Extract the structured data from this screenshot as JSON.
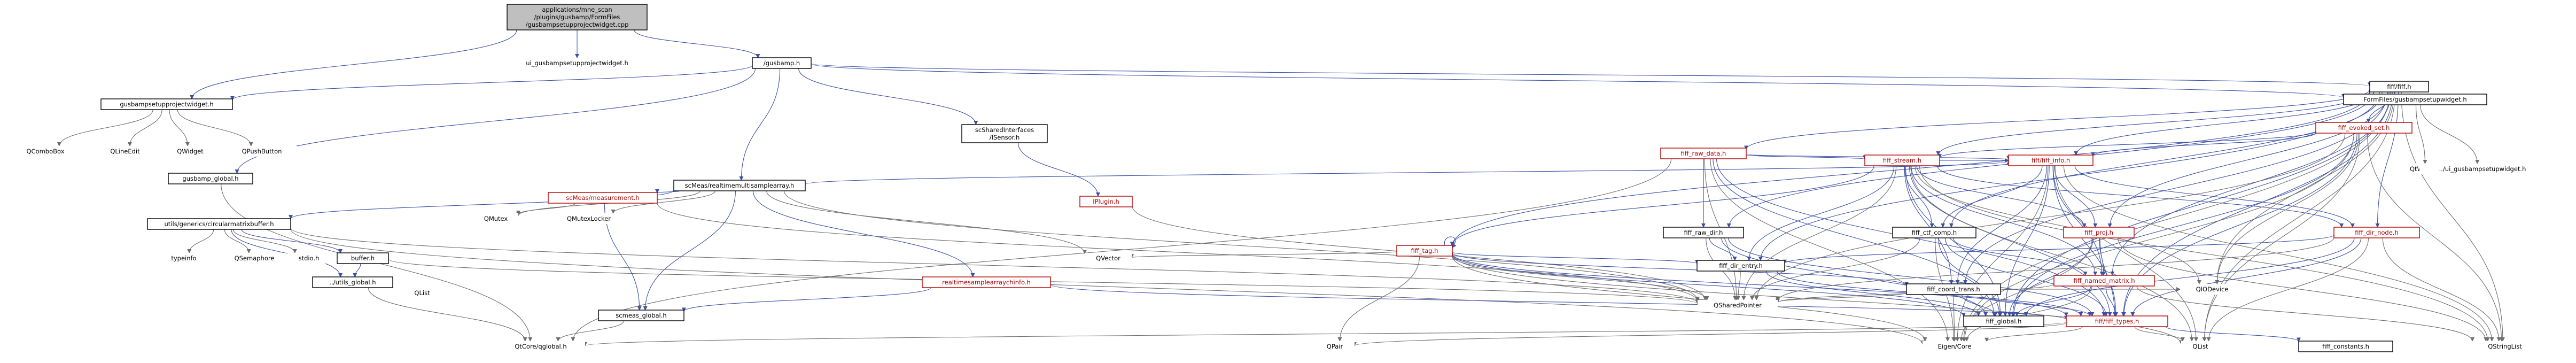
{
  "colors": {
    "edge_blue": "#3b4fa8",
    "edge_grey": "#6d6d6d",
    "red_text": "#b00000",
    "root_fill": "#bfbfbf"
  },
  "nodes": {
    "root": [
      "applications/mne_scan",
      "/plugins/gusbamp/FormFiles",
      "/gusbampsetupprojectwidget.cpp"
    ],
    "ui_setupproject_h": [
      "ui_gusbampsetupprojectwidget.h"
    ],
    "gusbamp_h": [
      "/gusbamp.h"
    ],
    "setupproject_widget_h": [
      "gusbampsetupprojectwidget.h"
    ],
    "qcombobox": [
      "QComboBox"
    ],
    "qlineedit": [
      "QLineEdit"
    ],
    "qwidget": [
      "QWidget"
    ],
    "qpushbutton": [
      "QPushButton"
    ],
    "gusbamp_global_h": [
      "gusbamp_global.h"
    ],
    "realtimemultisample_h": [
      "scMeas/realtimemultisamplearray.h"
    ],
    "circularmatrixbuffer_h": [
      "utils/generics/circularmatrixbuffer.h"
    ],
    "typeinfo": [
      "typeinfo"
    ],
    "qsemaphore": [
      "QSemaphore"
    ],
    "stdio_h": [
      "stdio.h"
    ],
    "buffer_h": [
      "buffer.h"
    ],
    "utils_global_h": [
      "../utils_global.h"
    ],
    "qtcoreglobal_h": [
      "QtCore/qglobal.h"
    ],
    "qlist_small": [
      "QList"
    ],
    "qmutex": [
      "QMutex"
    ],
    "qmutexlocker": [
      "QMutexLocker"
    ],
    "measurement_h": [
      "scMeas/measurement.h"
    ],
    "scmeas_global_h": [
      "scmeas_global.h"
    ],
    "qvector": [
      "QVector"
    ],
    "scsharedinterfaces_h": [
      "scSharedInterfaces",
      "/ISensor.h"
    ],
    "iplugin_h": [
      "IPlugin.h"
    ],
    "realtimesamplearraychinfo_h": [
      "realtimesamplearraychinfo.h"
    ],
    "qsharedpointer": [
      "QSharedPointer"
    ],
    "qpair": [
      "QPair"
    ],
    "fiff_h": [
      "fiff/fiff.h"
    ],
    "fiff_raw_data_h": [
      "fiff_raw_data.h"
    ],
    "fiff_stream_h": [
      "fiff_stream.h"
    ],
    "fiff_info_h": [
      "fiff/fiff_info.h"
    ],
    "fiff_tag_h": [
      "fiff_tag.h"
    ],
    "fiff_raw_dir_h": [
      "fiff_raw_dir.h"
    ],
    "fiff_ctf_comp_h": [
      "fiff_ctf_comp.h"
    ],
    "fiff_dir_entry_h": [
      "fiff_dir_entry.h"
    ],
    "fiff_coord_trans_h": [
      "fiff_coord_trans.h"
    ],
    "fiff_global_h": [
      "fiff_global.h"
    ],
    "fiff_proj_h": [
      "fiff_proj.h"
    ],
    "fiff_named_matrix_h": [
      "fiff_named_matrix.h"
    ],
    "fiff_dir_node_h": [
      "fiff_dir_node.h"
    ],
    "fiff_types_h": [
      "fiff/fiff_types.h"
    ],
    "fiff_evoked_set_h": [
      "fiff_evoked_set.h"
    ],
    "eigen_core": [
      "Eigen/Core"
    ],
    "qlist": [
      "QList"
    ],
    "fiff_constants_h": [
      "fiff_constants.h"
    ],
    "qstringlist": [
      "QStringList"
    ],
    "qiodevice": [
      "QIODevice"
    ],
    "formfiles_setup_h": [
      "FormFiles/gusbampsetupwidget.h"
    ],
    "qtwidgets": [
      "QtWidgets"
    ],
    "ui_setup_h": [
      "../ui_gusbampsetupwidget.h"
    ]
  }
}
